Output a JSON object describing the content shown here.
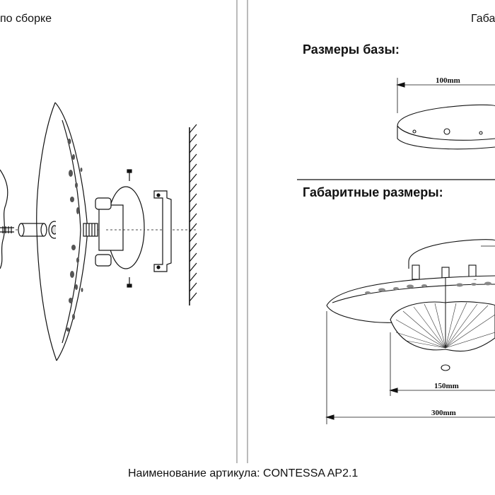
{
  "left_panel": {
    "caption": "по сборке"
  },
  "right_panel": {
    "caption_cut": "Габа",
    "base_heading": "Размеры базы:",
    "overall_heading": "Габаритные размеры:",
    "base_width_label": "100mm",
    "inner_width_label": "150mm",
    "outer_width_label": "300mm"
  },
  "footer": {
    "article_name": "Наименование артикула: CONTESSA AP2.1"
  }
}
